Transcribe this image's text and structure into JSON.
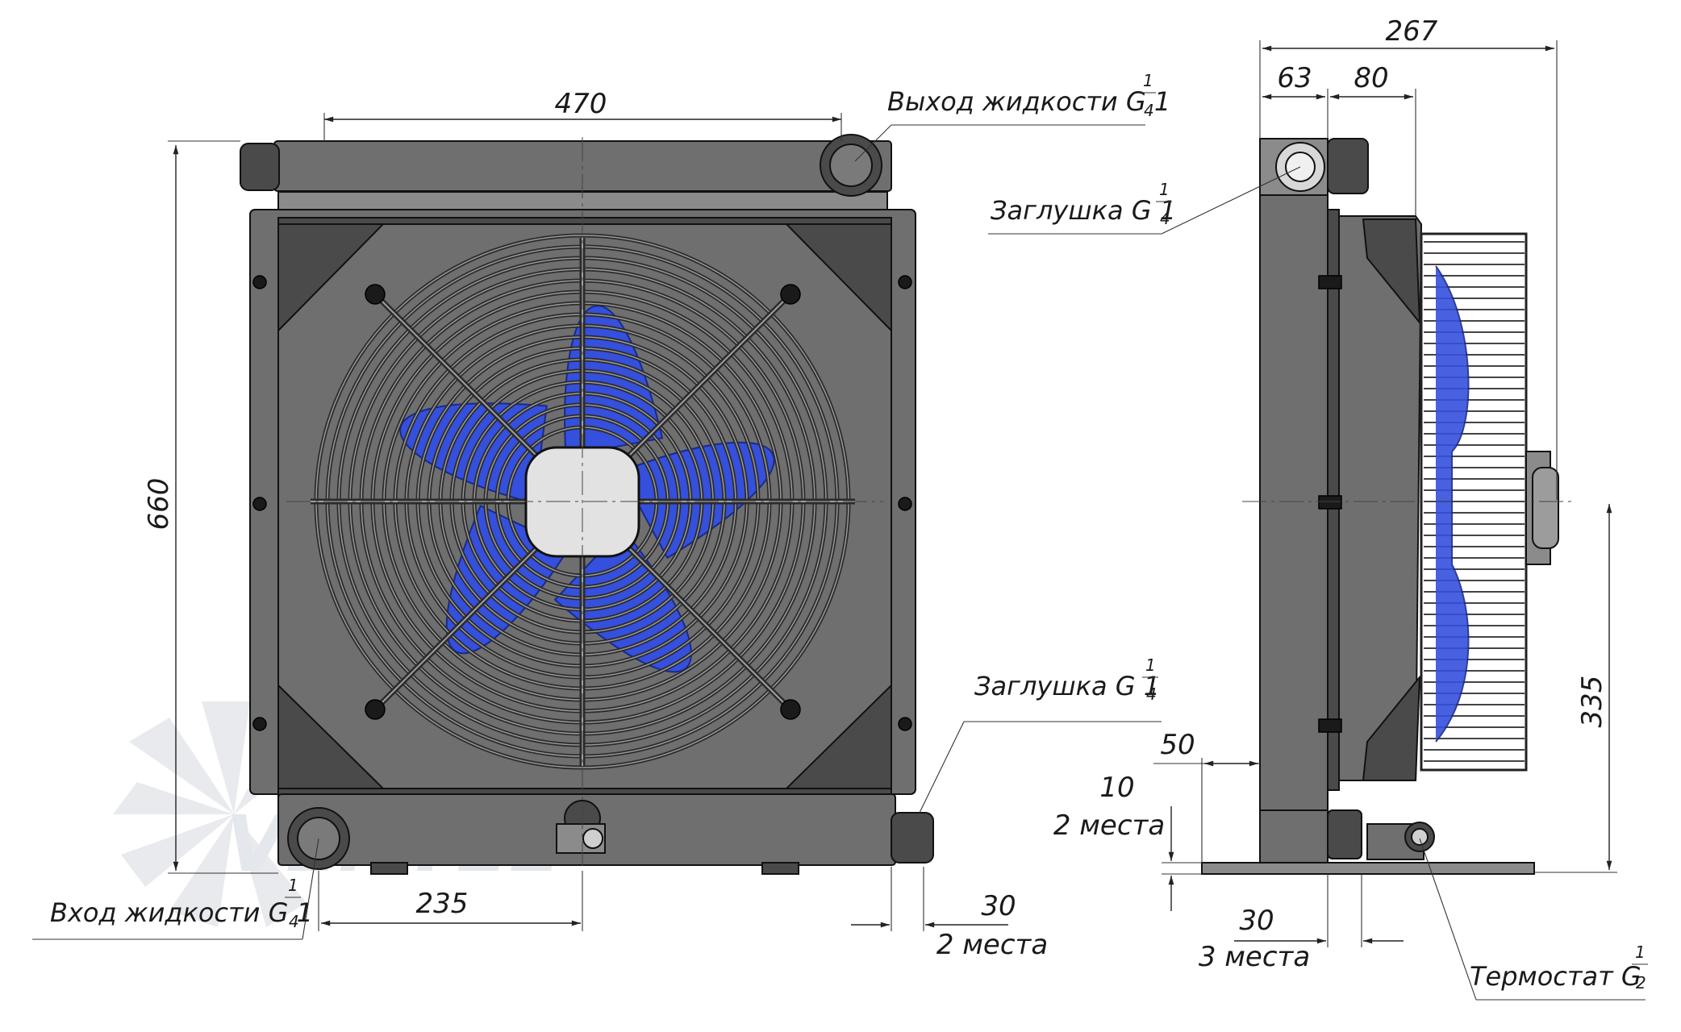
{
  "front_view": {
    "width_dim": "470",
    "height_dim": "660",
    "inlet_offset_dim": "235",
    "pipe_len_dim": "30",
    "pipe_len_qty": "2 места",
    "outlet_label": "Выход жидкости G 1",
    "inlet_label": "Вход жидкости G 1",
    "plug_label_bottom": "Заглушка G 1",
    "fraction_num": "1",
    "fraction_den": "4"
  },
  "side_view": {
    "depth_dim": "267",
    "core_dim": "63",
    "fan_offset_dim": "80",
    "foot_dim": "50",
    "foot_thk_dim": "10",
    "foot_thk_qty": "2 места",
    "bottom_pitch_dim": "30",
    "bottom_pitch_qty": "3 места",
    "center_height_dim": "335",
    "plug_label_top": "Заглушка G 1",
    "thermostat_label": "Термостат G ",
    "thermo_num": "1",
    "thermo_den": "2",
    "fraction_num": "1",
    "fraction_den": "4"
  },
  "colors": {
    "blade": "#3550dd",
    "body": "#6f6f6f",
    "watermark": "#e6e8ec"
  },
  "watermark": "VENTEL"
}
